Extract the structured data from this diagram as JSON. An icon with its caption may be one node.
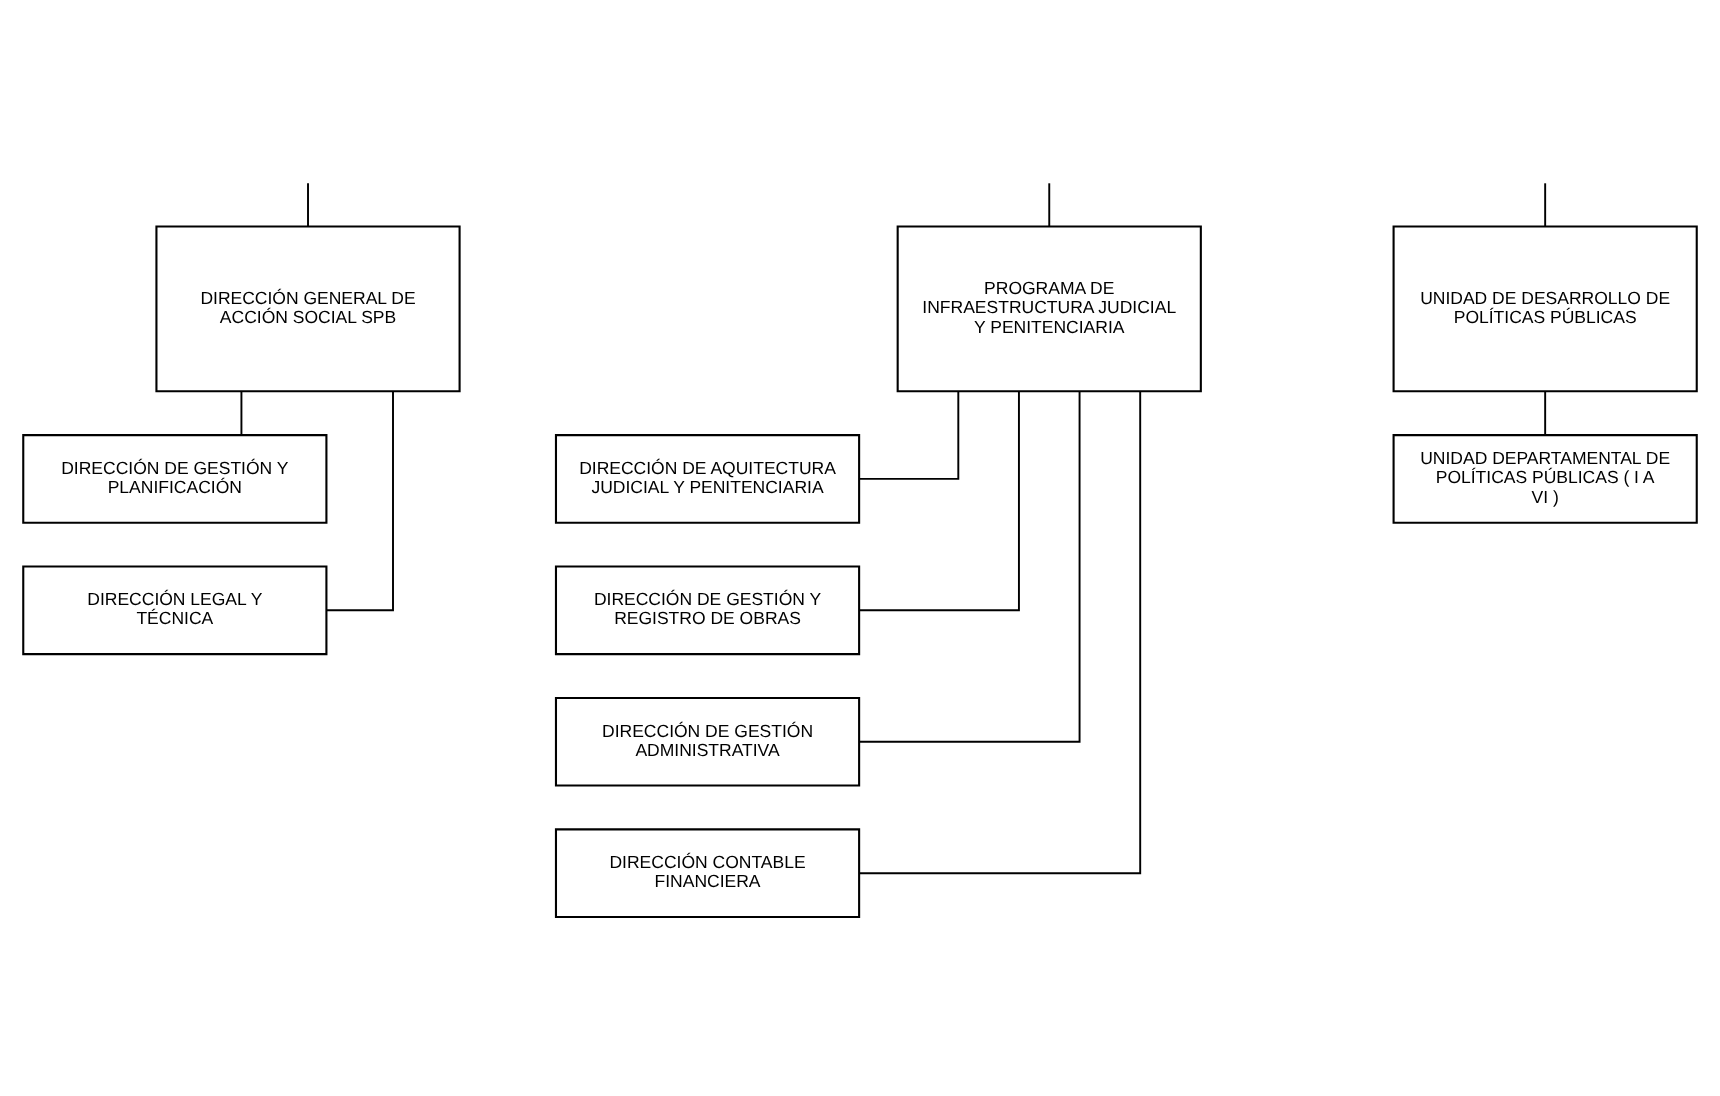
{
  "diagram": {
    "nodes": [
      {
        "text": [
          "DIRECCIÓN GENERAL DE ACCIÓN SOCIAL SPB"
        ]
      },
      {
        "text": [
          "DIRECCIÓN DE GESTIÓN Y PLANIFICACIÓN"
        ]
      },
      {
        "text": [
          "DIRECCIÓN LEGAL Y TÉCNICA"
        ]
      },
      {
        "text": [
          "PROGRAMA DE INFRAESTRUCTURA JUDICIAL Y PENITENCIARIA"
        ]
      },
      {
        "text": [
          "DIRECCIÓN DE AQUITECTURA JUDICIAL Y PENITENCIARIA"
        ]
      },
      {
        "text": [
          "DIRECCIÓN DE GESTIÓN Y REGISTRO DE OBRAS"
        ]
      },
      {
        "text": [
          "DIRECCIÓN DE GESTIÓN ADMINISTRATIVA"
        ]
      },
      {
        "text": [
          "DIRECCIÓN CONTABLE FINANCIERA"
        ]
      },
      {
        "text": [
          "UNIDAD DE DESARROLLO DE POLÍTICAS PÚBLICAS"
        ]
      },
      {
        "text": [
          "UNIDAD DEPARTAMENTAL DE POLÍTICAS PÚBLICAS ( I A VI )"
        ]
      }
    ],
    "edges": [
      {
        "from": null,
        "to": 0,
        "arrow": "none"
      },
      {
        "from": 0,
        "to": 1,
        "arrow": "none"
      },
      {
        "from": 0,
        "to": 2,
        "arrow": "none"
      },
      {
        "from": null,
        "to": 3,
        "arrow": "none"
      },
      {
        "from": 3,
        "to": 4,
        "arrow": "none"
      },
      {
        "from": 3,
        "to": 5,
        "arrow": "none"
      },
      {
        "from": 3,
        "to": 6,
        "arrow": "none"
      },
      {
        "from": 3,
        "to": 7,
        "arrow": "none"
      },
      {
        "from": null,
        "to": 8,
        "arrow": "none"
      },
      {
        "from": 8,
        "to": 9,
        "arrow": "none"
      }
    ]
  }
}
